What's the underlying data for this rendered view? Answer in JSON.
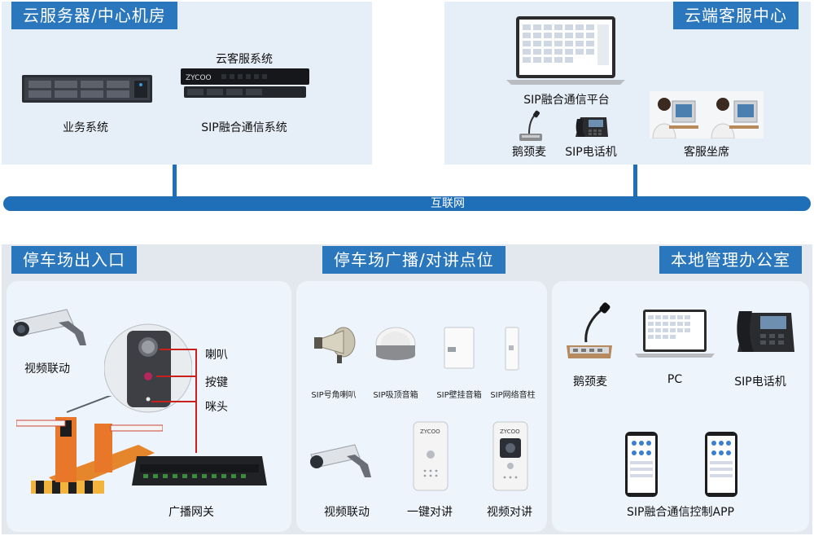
{
  "top": {
    "cloud_room": {
      "title": "云服务器/中心机房",
      "cloud_cs_system": "云客服系统",
      "business_system": "业务系统",
      "sip_system": "SIP融合通信系统"
    },
    "cloud_service_center": {
      "title": "云端客服中心",
      "sip_platform": "SIP融合通信平台",
      "gooseneck_mic": "鹅颈麦",
      "sip_phone": "SIP电话机",
      "agent_seat": "客服坐席"
    }
  },
  "internet": {
    "label": "互联网"
  },
  "bottom": {
    "entrance": {
      "title": "停车场出入口",
      "video_link": "视频联动",
      "speaker": "喇叭",
      "button": "按键",
      "mic": "咪头",
      "gateway": "广播网关"
    },
    "broadcast_points": {
      "title": "停车场广播/对讲点位",
      "horn": "SIP号角喇叭",
      "ceiling": "SIP吸顶音箱",
      "wall": "SIP壁挂音箱",
      "column": "SIP网络音柱",
      "video_link": "视频联动",
      "one_key": "一键对讲",
      "video_intercom": "视频对讲"
    },
    "office": {
      "title": "本地管理办公室",
      "gooseneck_mic": "鹅颈麦",
      "pc": "PC",
      "sip_phone": "SIP电话机",
      "app": "SIP融合通信控制APP"
    }
  },
  "colors": {
    "accent": "#2a77bd",
    "panel": "#e6eef8",
    "wire": "#c9201d"
  }
}
